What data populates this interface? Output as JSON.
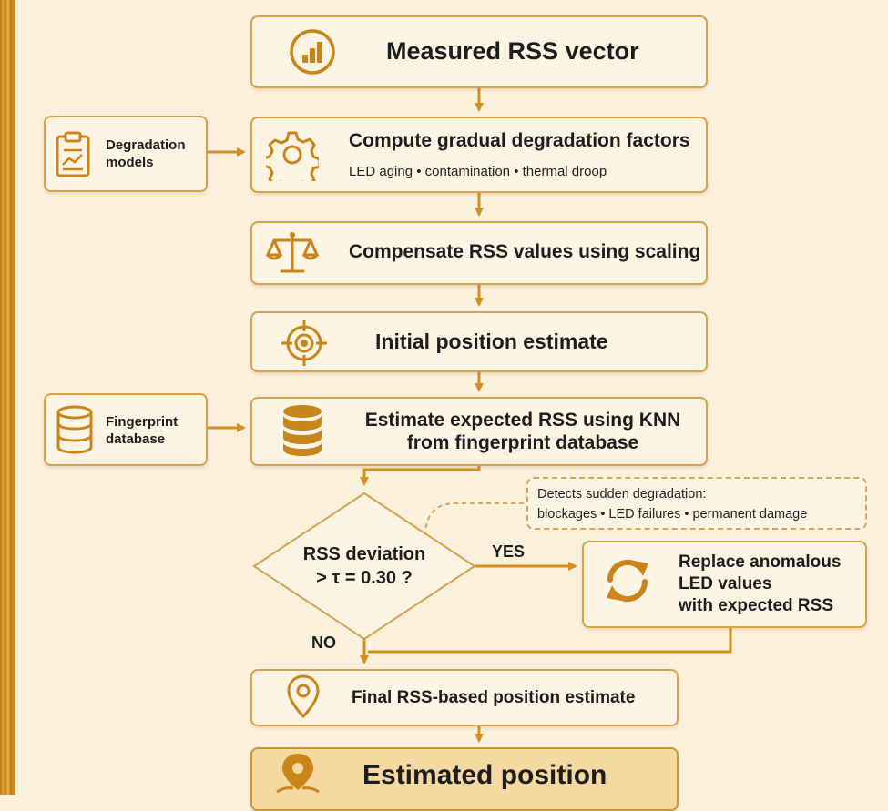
{
  "nodes": {
    "measured": {
      "title": "Measured RSS vector",
      "icon": "bar-chart-icon"
    },
    "degradation_factors": {
      "title": "Compute gradual degradation factors",
      "subtitle": "LED aging • contamination • thermal droop",
      "icon": "gear-icon"
    },
    "compensate": {
      "title": "Compensate RSS values using scaling",
      "icon": "balance-scale-icon"
    },
    "initial_position": {
      "title": "Initial position estimate",
      "icon": "crosshair-target-icon"
    },
    "knn": {
      "line1": "Estimate expected RSS using KNN",
      "line2": "from fingerprint database",
      "icon": "database-icon"
    },
    "decision": {
      "line1": "RSS deviation",
      "line2": "> τ = 0.30 ?"
    },
    "replace": {
      "line1": "Replace anomalous",
      "line2": "LED values",
      "line3": "with expected RSS",
      "icon": "refresh-icon"
    },
    "final_estimate": {
      "title": "Final RSS-based position estimate",
      "icon": "location-pin-icon"
    },
    "estimated_position": {
      "title": "Estimated position",
      "icon": "map-pin-icon"
    }
  },
  "side_inputs": {
    "degradation_models": {
      "line1": "Degradation",
      "line2": "models",
      "icon": "clipboard-chart-icon"
    },
    "fingerprint_database": {
      "line1": "Fingerprint",
      "line2": "database",
      "icon": "database-outline-icon"
    }
  },
  "annotation": {
    "line1": "Detects sudden degradation:",
    "line2": "blockages • LED failures • permanent damage"
  },
  "branch_labels": {
    "yes": "YES",
    "no": "NO"
  },
  "colors": {
    "accent": "#d4901f",
    "border": "#d6a24c",
    "background": "#fbf0dc",
    "box_fill": "#fdf4e3",
    "final_fill": "#f6d9a0"
  }
}
